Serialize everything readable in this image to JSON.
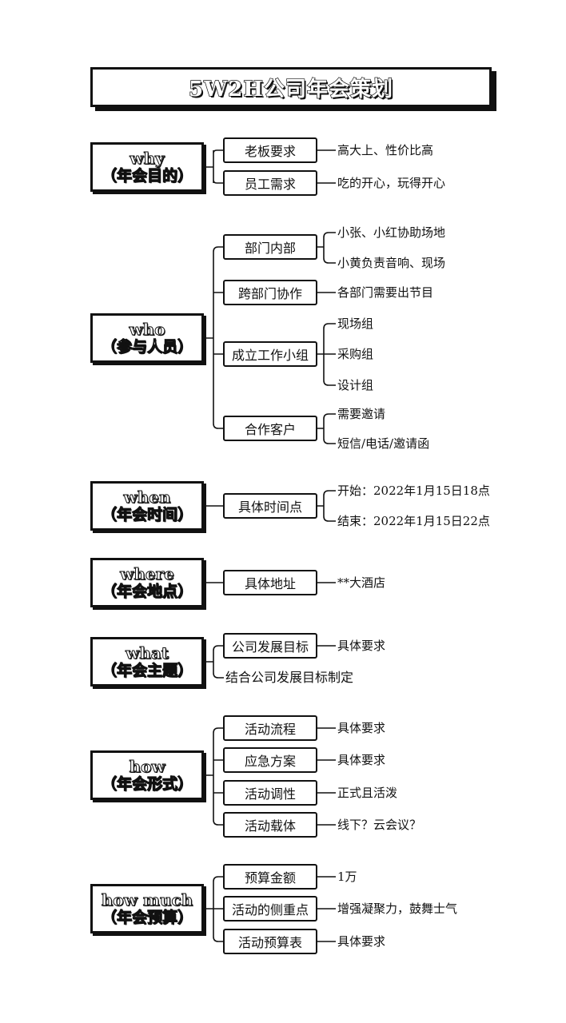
{
  "title": "5W2H公司年会策划",
  "sections": {
    "why": {
      "en": "why",
      "cn": "（年会目的）",
      "nodes": [
        {
          "label": "老板要求",
          "leaves": [
            "高大上、性价比高"
          ]
        },
        {
          "label": "员工需求",
          "leaves": [
            "吃的开心，玩得开心"
          ]
        }
      ]
    },
    "who": {
      "en": "who",
      "cn": "（参与人员）",
      "nodes": [
        {
          "label": "部门内部",
          "leaves": [
            "小张、小红协助场地",
            "小黄负责音响、现场"
          ]
        },
        {
          "label": "跨部门协作",
          "leaves": [
            "各部门需要出节目"
          ]
        },
        {
          "label": "成立工作小组",
          "leaves": [
            "现场组",
            "采购组",
            "设计组"
          ]
        },
        {
          "label": "合作客户",
          "leaves": [
            "需要邀请",
            "短信/电话/邀请函"
          ]
        }
      ]
    },
    "when": {
      "en": "when",
      "cn": "（年会时间）",
      "nodes": [
        {
          "label": "具体时间点",
          "leaves": [
            "开始：2022年1月15日18点",
            "结束：2022年1月15日22点"
          ]
        }
      ]
    },
    "where": {
      "en": "where",
      "cn": "（年会地点）",
      "nodes": [
        {
          "label": "具体地址",
          "leaves": [
            "**大酒店"
          ]
        }
      ]
    },
    "what": {
      "en": "what",
      "cn": "（年会主题）",
      "nodes": [
        {
          "label": "公司发展目标",
          "leaves": [
            "具体要求"
          ]
        }
      ],
      "extra": "结合公司发展目标制定"
    },
    "how": {
      "en": "how",
      "cn": "（年会形式）",
      "nodes": [
        {
          "label": "活动流程",
          "leaves": [
            "具体要求"
          ]
        },
        {
          "label": "应急方案",
          "leaves": [
            "具体要求"
          ]
        },
        {
          "label": "活动调性",
          "leaves": [
            "正式且活泼"
          ]
        },
        {
          "label": "活动载体",
          "leaves": [
            "线下？云会议？"
          ]
        }
      ]
    },
    "howmuch": {
      "en": "how much",
      "cn": "（年会预算）",
      "nodes": [
        {
          "label": "预算金额",
          "leaves": [
            "1万"
          ]
        },
        {
          "label": "活动的侧重点",
          "leaves": [
            "增强凝聚力，鼓舞士气"
          ]
        },
        {
          "label": "活动预算表",
          "leaves": [
            "具体要求"
          ]
        }
      ]
    }
  }
}
